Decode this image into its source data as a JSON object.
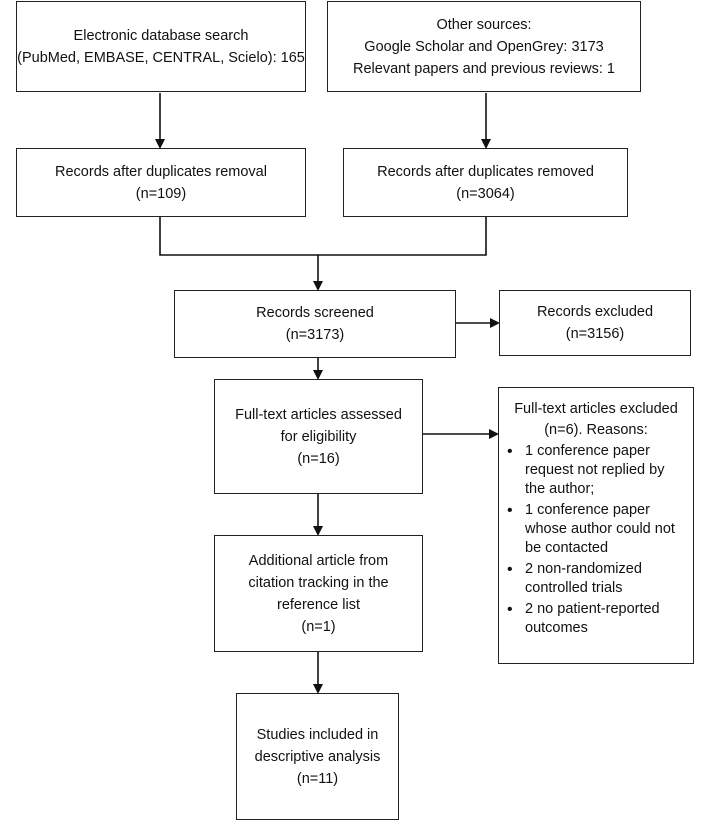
{
  "boxes": {
    "db_search": {
      "lines": [
        "Electronic database search",
        "(PubMed, EMBASE, CENTRAL, Scielo): 165"
      ]
    },
    "other_sources": {
      "lines": [
        "Other sources:",
        "Google Scholar and OpenGrey: 3173",
        "Relevant papers and previous reviews: 1"
      ]
    },
    "dup_removal_left": {
      "lines": [
        "Records after duplicates removal",
        "(n=109)"
      ]
    },
    "dup_removed_right": {
      "lines": [
        "Records after duplicates removed",
        "(n=3064)"
      ]
    },
    "screened": {
      "lines": [
        "Records screened",
        "(n=3173)"
      ]
    },
    "excluded": {
      "lines": [
        "Records excluded",
        "(n=3156)"
      ]
    },
    "fulltext": {
      "lines": [
        "Full-text articles assessed",
        "for eligibility",
        "(n=16)"
      ]
    },
    "fulltext_excluded": {
      "heading": [
        "Full-text articles excluded",
        "(n=6). Reasons:"
      ],
      "reasons": [
        "1 conference paper request not replied by the author;",
        "1 conference paper whose author could not be contacted",
        "2 non-randomized controlled trials",
        "2 no patient-reported outcomes"
      ]
    },
    "additional": {
      "lines": [
        "Additional article from",
        "citation tracking in the",
        "reference list",
        "(n=1)"
      ]
    },
    "included": {
      "lines": [
        "Studies included in",
        "descriptive analysis",
        "(n=11)"
      ]
    }
  }
}
